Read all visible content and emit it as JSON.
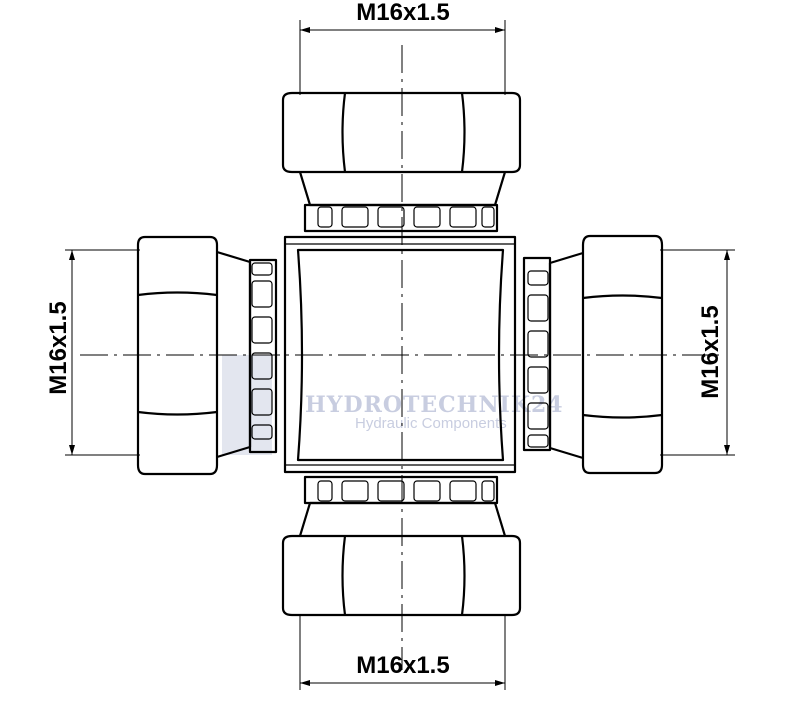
{
  "dimensions": {
    "top": "M16x1.5",
    "bottom": "M16x1.5",
    "left": "M16x1.5",
    "right": "M16x1.5"
  },
  "watermark": {
    "brand": "HYDROTECHNIK24",
    "tagline": "Hydraulic Components"
  }
}
